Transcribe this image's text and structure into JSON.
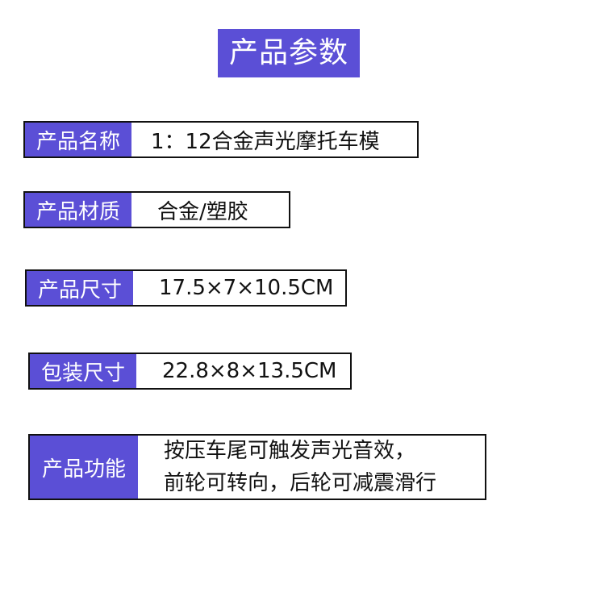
{
  "title": "产品参数",
  "rows": [
    {
      "label": "产品名称",
      "value": "1：12合金声光摩托车模"
    },
    {
      "label": "产品材质",
      "value": "合金/塑胶"
    },
    {
      "label": "产品尺寸",
      "value": "17.5×7×10.5CM"
    },
    {
      "label": "包装尺寸",
      "value": "22.8×8×13.5CM"
    },
    {
      "label": "产品功能",
      "value_lines": [
        "按压车尾可触发声光音效，",
        "前轮可转向，后轮可减震滑行"
      ]
    }
  ],
  "colors": {
    "accent": "#5b4fd6",
    "border": "#111111",
    "text": "#111111",
    "background": "#ffffff"
  }
}
